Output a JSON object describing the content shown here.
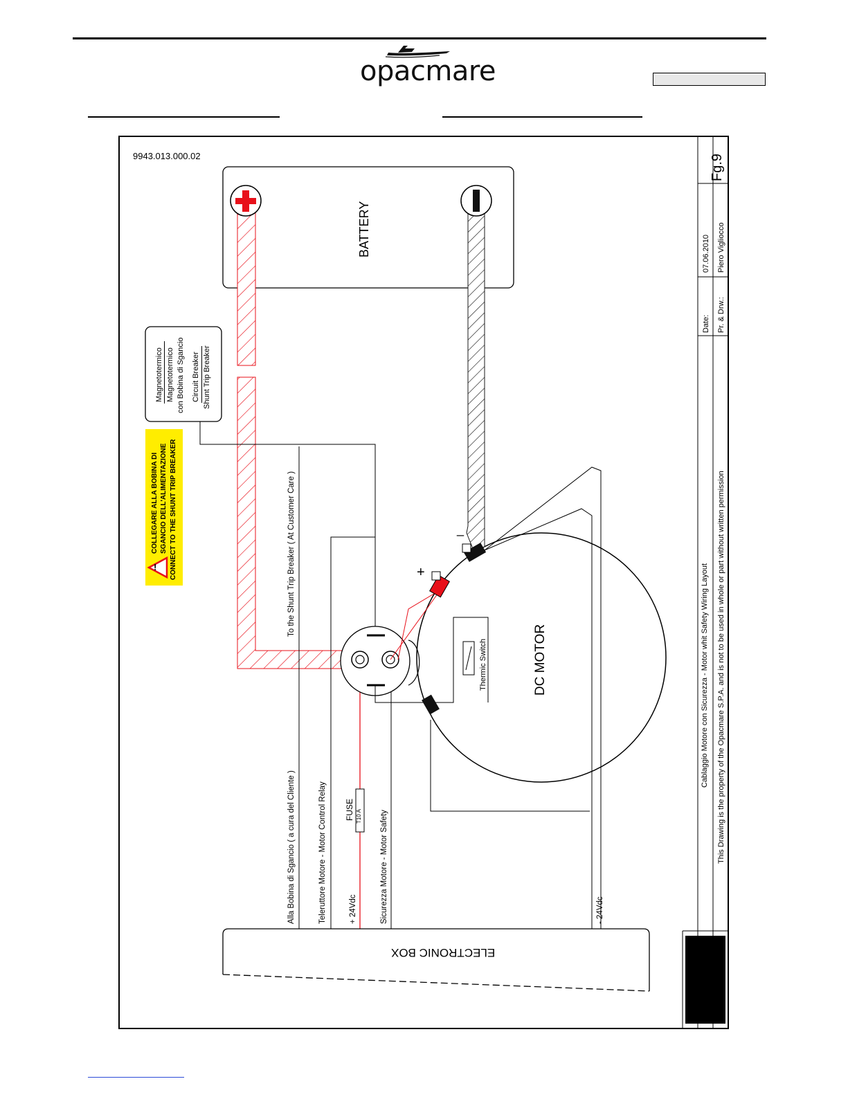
{
  "header": {
    "brand": "opacmare"
  },
  "drawing": {
    "number": "9943.013.000.02",
    "fig": "Fg.9"
  },
  "components": {
    "battery": "BATTERY",
    "dc_motor": "DC MOTOR",
    "electronic_box": "ELECTRONIC BOX",
    "thermic_switch": "Thermic Switch",
    "fuse_label": "FUSE",
    "fuse_rating": "T10 A",
    "plus_sign": "+",
    "minus_sign": "_"
  },
  "breaker_box": {
    "line1": "Magnetotermico",
    "line2": "Magnetotermico",
    "line3": "con Bobina di Sgancio",
    "line4": "Circuit Breaker",
    "line5": "Shunt Trip Breaker"
  },
  "warning": {
    "line1": "COLLEGARE ALLA BOBINA DI",
    "line2": "SGANCIO DELL'ALIMENTAZIONE",
    "line3": "CONNECT TO THE SHUNT TRIP BREAKER",
    "color": "#ffed00"
  },
  "wires": {
    "shunt_trip": "To the Shunt Trip Breaker ( At Customer Care )",
    "bobina": "Alla Bobina di Sgancio ( a cura del Cliente )",
    "relay": "Teleruttore Motore - Motor Control Relay",
    "plus24": "+ 24Vdc",
    "safety": "Sicurezza Motore - Motor Safety",
    "minus24": "- 24Vdc"
  },
  "title_block": {
    "title": "Cablaggio Motore con Sicurezza -  Motor whit Safety Wiring Layout",
    "disclaimer": "This Drawing is the property of the Opacmare S.P.A. and is not to be used in whole or part without written permission",
    "date_label": "Date:",
    "date_value": "07.06.2010",
    "author_label": "Pr. & Drw.:",
    "author_value": "Piero Vigliocco"
  },
  "colors": {
    "positive": "#e8101a",
    "negative": "#1a1a1a",
    "line": "#000000"
  }
}
